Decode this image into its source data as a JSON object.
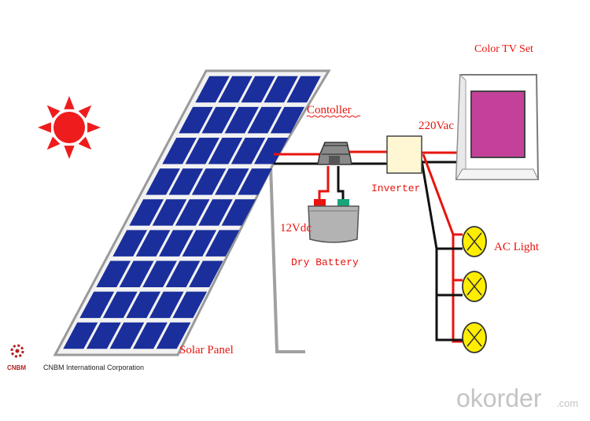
{
  "labels": {
    "controller": "Contoller",
    "tv": "Color TV Set",
    "ac_voltage": "220Vac",
    "inverter": "Inverter",
    "dc_voltage": "12Vdc",
    "battery": "Dry Battery",
    "ac_light": "AC Light",
    "solar_panel": "Solar Panel"
  },
  "branding": {
    "logo_text": "CNBM",
    "company": "CNBM International Corporation",
    "watermark_main": "okorder",
    "watermark_suffix": ".com"
  },
  "colors": {
    "panel_cell": "#1a2f9b",
    "panel_frame": "#a0a0a0",
    "wire_positive": "#e8140e",
    "wire_negative": "#111111",
    "sun": "#ee1c1c",
    "lamp": "#ffee00",
    "tv_screen": "#c4419a",
    "label": "#e8140e"
  },
  "icons": [
    "sun-icon",
    "solar-panel-icon",
    "controller-icon",
    "battery-icon",
    "inverter-icon",
    "tv-icon",
    "light-bulb-icon",
    "cnbm-logo-icon"
  ]
}
